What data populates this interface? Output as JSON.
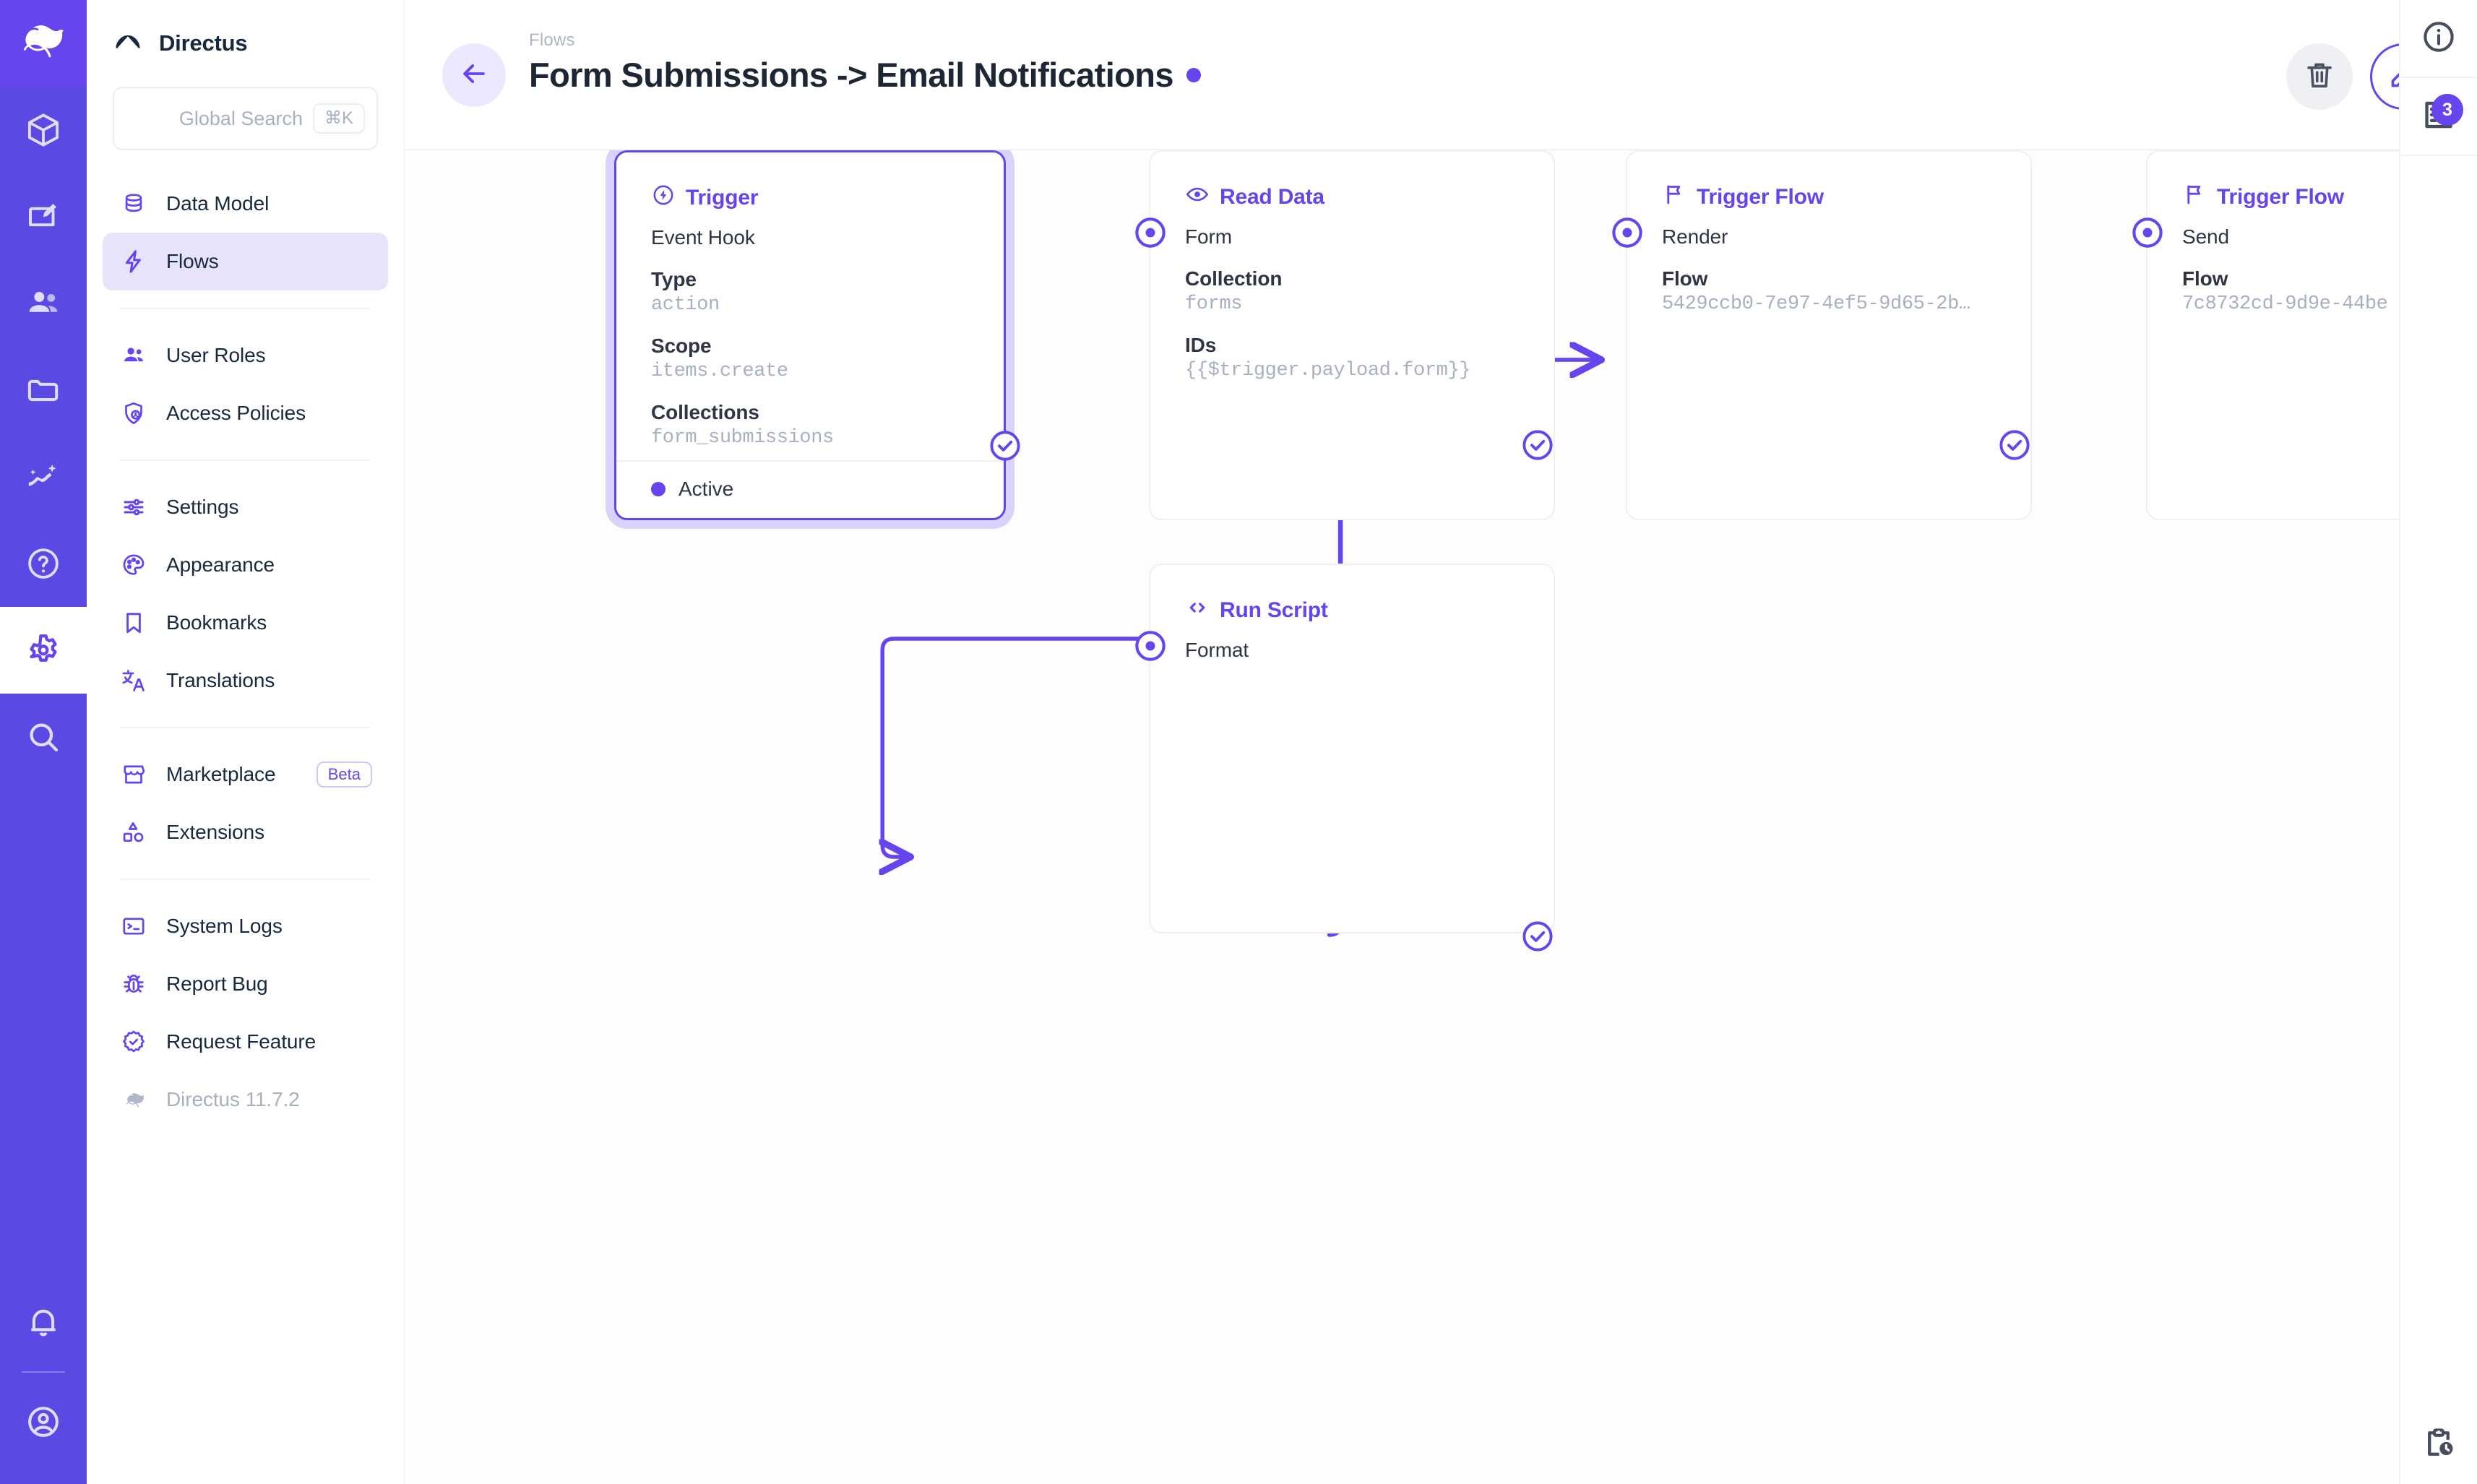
{
  "module_bar": {
    "logo_icon": "directus-rabbit-logo",
    "items": [
      {
        "icon": "cube-icon",
        "name": "content-module"
      },
      {
        "icon": "edit-square-icon",
        "name": "editor-module"
      },
      {
        "icon": "users-icon",
        "name": "users-module"
      },
      {
        "icon": "folder-icon",
        "name": "files-module"
      },
      {
        "icon": "insights-icon",
        "name": "insights-module"
      },
      {
        "icon": "help-circle-icon",
        "name": "help-module"
      },
      {
        "icon": "gear-icon",
        "name": "settings-module"
      },
      {
        "icon": "search-icon",
        "name": "search-module"
      }
    ],
    "bottom": [
      {
        "icon": "bell-icon",
        "name": "notifications"
      },
      {
        "icon": "account-circle-icon",
        "name": "account"
      }
    ]
  },
  "sidebar": {
    "project_name": "Directus",
    "project_logo_icon": "directus-mark-icon",
    "search": {
      "placeholder": "Global Search",
      "shortcut": "⌘K",
      "icon": "search-icon"
    },
    "groups": [
      {
        "items": [
          {
            "label": "Data Model",
            "icon": "database-icon",
            "active": false
          },
          {
            "label": "Flows",
            "icon": "bolt-icon",
            "active": true
          }
        ]
      },
      {
        "items": [
          {
            "label": "User Roles",
            "icon": "users-icon",
            "active": false
          },
          {
            "label": "Access Policies",
            "icon": "shield-person-icon",
            "active": false
          }
        ]
      },
      {
        "items": [
          {
            "label": "Settings",
            "icon": "tune-icon",
            "active": false
          },
          {
            "label": "Appearance",
            "icon": "palette-icon",
            "active": false
          },
          {
            "label": "Bookmarks",
            "icon": "bookmark-icon",
            "active": false
          },
          {
            "label": "Translations",
            "icon": "translate-icon",
            "active": false
          }
        ]
      },
      {
        "items": [
          {
            "label": "Marketplace",
            "icon": "storefront-icon",
            "badge": "Beta",
            "active": false
          },
          {
            "label": "Extensions",
            "icon": "shapes-icon",
            "active": false
          }
        ]
      },
      {
        "items": [
          {
            "label": "System Logs",
            "icon": "terminal-icon",
            "active": false
          },
          {
            "label": "Report Bug",
            "icon": "bug-icon",
            "active": false
          },
          {
            "label": "Request Feature",
            "icon": "verified-icon",
            "active": false
          },
          {
            "label": "Directus 11.7.2",
            "icon": "directus-rabbit-icon",
            "active": false,
            "muted": true
          }
        ]
      }
    ]
  },
  "header": {
    "back_icon": "arrow-left-icon",
    "breadcrumb": "Flows",
    "title": "Form Submissions -> Email Notifications",
    "status_dot_color": "#6644ee",
    "actions": [
      {
        "name": "delete-flow-button",
        "icon": "trash-icon"
      },
      {
        "name": "edit-flow-button",
        "icon": "pencil-icon"
      }
    ]
  },
  "right_bar": {
    "items": [
      {
        "name": "info-sidebar-button",
        "icon": "info-circle-icon"
      },
      {
        "name": "logs-sidebar-button",
        "icon": "logs-icon",
        "badge": "3"
      }
    ],
    "bottom": {
      "name": "flow-runs-button",
      "icon": "clipboard-clock-icon"
    }
  },
  "canvas": {
    "accent": "#6644ee",
    "nodes": [
      {
        "id": "trigger",
        "icon": "bolt-circle-icon",
        "title": "Trigger",
        "name": "Event Hook",
        "selected": true,
        "fields": [
          {
            "key": "Type",
            "value": "action"
          },
          {
            "key": "Scope",
            "value": "items.create"
          },
          {
            "key": "Collections",
            "value": "form_submissions"
          }
        ],
        "footer_status": "Active"
      },
      {
        "id": "read-data",
        "icon": "eye-icon",
        "title": "Read Data",
        "name": "Form",
        "selected": false,
        "fields": [
          {
            "key": "Collection",
            "value": "forms"
          },
          {
            "key": "IDs",
            "value": "{{$trigger.payload.form}}"
          }
        ]
      },
      {
        "id": "run-script",
        "icon": "code-icon",
        "title": "Run Script",
        "name": "Format",
        "selected": false,
        "fields": []
      },
      {
        "id": "trigger-flow-render",
        "icon": "flag-icon",
        "title": "Trigger Flow",
        "name": "Render",
        "selected": false,
        "fields": [
          {
            "key": "Flow",
            "value": "5429ccb0-7e97-4ef5-9d65-2b…"
          }
        ]
      },
      {
        "id": "trigger-flow-send",
        "icon": "flag-icon",
        "title": "Trigger Flow",
        "name": "Send",
        "selected": false,
        "fields": [
          {
            "key": "Flow",
            "value": "7c8732cd-9d9e-44be"
          }
        ]
      }
    ]
  }
}
